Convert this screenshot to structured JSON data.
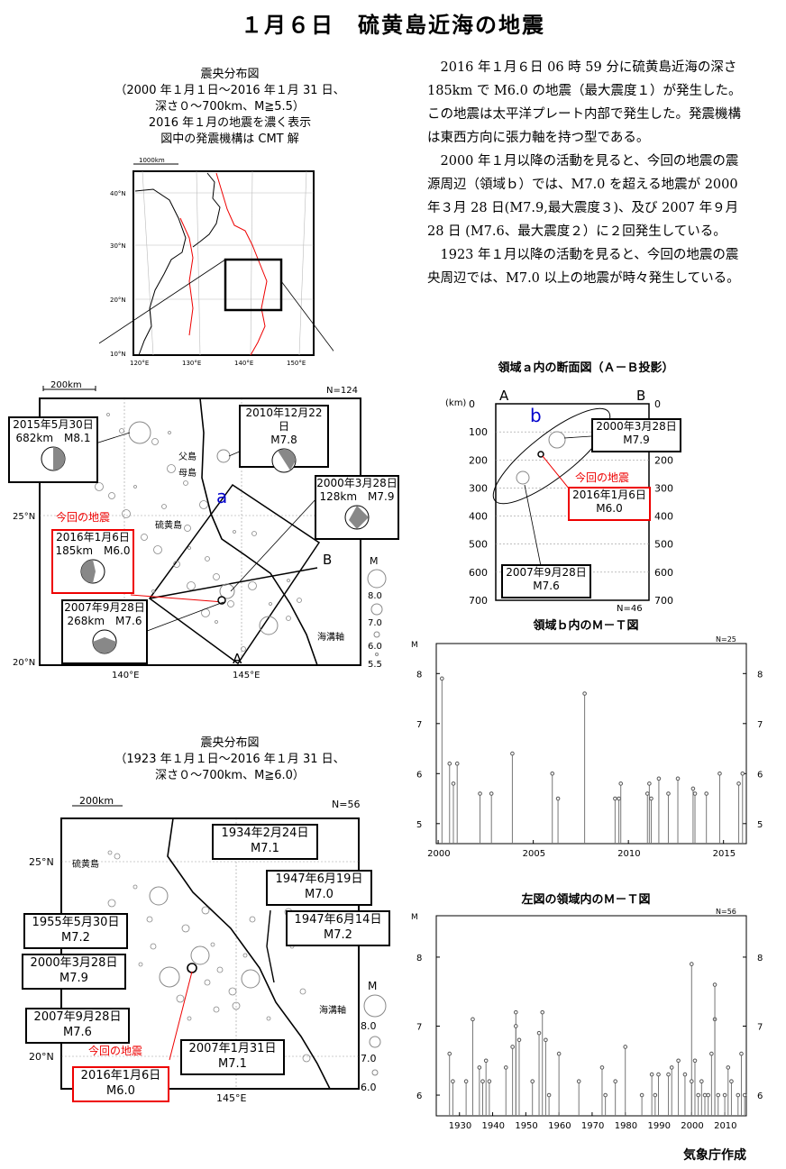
{
  "title": "１月６日　硫黄島近海の地震",
  "map1": {
    "cap": [
      "震央分布図",
      "（2000 年１月１日～2016 年１月 31 日、",
      "深さ０～700km、M≧5.5）",
      "2016 年１月の地震を濃く表示",
      "図中の発震機構は CMT 解"
    ],
    "scale_inset": "1000km",
    "inset_lat": [
      "40°N",
      "30°N",
      "20°N",
      "10°N"
    ],
    "inset_lon": [
      "120°E",
      "130°E",
      "140°E",
      "150°E"
    ],
    "scale": "200km",
    "n": "N=124",
    "lat": [
      "25°N",
      "20°N"
    ],
    "lon": [
      "140°E",
      "145°E"
    ],
    "islands": [
      "父島",
      "母島",
      "硫黄島"
    ],
    "region_a": "a",
    "label_A": "A",
    "label_B": "B",
    "trench": "海溝軸",
    "current": "今回の地震",
    "boxes": [
      {
        "t1": "2015年5月30日",
        "t2": "682km　M8.1"
      },
      {
        "t1": "2010年12月22日",
        "t2": "M7.8"
      },
      {
        "t1": "2000年3月28日",
        "t2": "128km　M7.9"
      },
      {
        "t1": "2016年1月6日",
        "t2": "185km　M6.0"
      },
      {
        "t1": "2007年9月28日",
        "t2": "268km　M7.6"
      }
    ],
    "mag_title": "M",
    "mag": [
      "8.0",
      "7.0",
      "6.0",
      "5.5"
    ]
  },
  "text": {
    "p1": "2016 年１月６日 06 時 59 分に硫黄島近海の深さ 185km で M6.0 の地震（最大震度１）が発生した。この地震は太平洋プレート内部で発生した。発震機構は東西方向に張力軸を持つ型である。",
    "p2": "2000 年１月以降の活動を見ると、今回の地震の震源周辺（領域ｂ）では、M7.0 を超える地震が 2000 年３月 28 日(M7.9,最大震度３)、及び 2007 年９月 28 日 (M7.6、最大震度２）に２回発生している。",
    "p3": "1923 年１月以降の活動を見ると、今回の地震の震央周辺では、M7.0 以上の地震が時々発生している。"
  },
  "section": {
    "title": "領域ａ内の断面図（Ａ－Ｂ投影）",
    "km": "(km)",
    "A": "A",
    "B": "B",
    "b": "b",
    "depths": [
      "0",
      "100",
      "200",
      "300",
      "400",
      "500",
      "600",
      "700"
    ],
    "n": "N=46",
    "current": "今回の地震",
    "boxes": [
      {
        "t1": "2000年3月28日",
        "t2": "M7.9"
      },
      {
        "t1": "2016年1月6日",
        "t2": "M6.0"
      },
      {
        "t1": "2007年9月28日",
        "t2": "M7.6"
      }
    ]
  },
  "mt1": {
    "title": "領域ｂ内のＭ－Ｔ図",
    "m": "M",
    "n": "N=25",
    "yticks": [
      "8",
      "7",
      "6",
      "5"
    ],
    "xticks": [
      "2000",
      "2005",
      "2010",
      "2015"
    ],
    "events": [
      [
        2000.2,
        7.9
      ],
      [
        2000.6,
        6.2
      ],
      [
        2000.8,
        5.8
      ],
      [
        2001.0,
        6.2
      ],
      [
        2002.2,
        5.6
      ],
      [
        2002.8,
        5.6
      ],
      [
        2003.9,
        6.4
      ],
      [
        2006.0,
        6.0
      ],
      [
        2006.3,
        5.5
      ],
      [
        2007.7,
        7.6
      ],
      [
        2009.3,
        5.5
      ],
      [
        2009.5,
        5.5
      ],
      [
        2009.6,
        5.8
      ],
      [
        2011.0,
        5.6
      ],
      [
        2011.1,
        5.8
      ],
      [
        2011.2,
        5.5
      ],
      [
        2011.6,
        5.9
      ],
      [
        2012.1,
        5.6
      ],
      [
        2012.6,
        5.9
      ],
      [
        2013.4,
        5.7
      ],
      [
        2013.5,
        5.6
      ],
      [
        2014.1,
        5.6
      ],
      [
        2014.8,
        6.0
      ],
      [
        2015.8,
        5.8
      ],
      [
        2016.0,
        6.0
      ]
    ]
  },
  "map2": {
    "cap": [
      "震央分布図",
      "（1923 年１月１日～2016 年１月 31 日、",
      "深さ０～700km、M≧6.0）"
    ],
    "scale": "200km",
    "n": "N=56",
    "lat": [
      "25°N",
      "20°N"
    ],
    "lon": [
      "145°E"
    ],
    "island": "硫黄島",
    "trench": "海溝軸",
    "current": "今回の地震",
    "boxes": [
      {
        "t1": "1934年2月24日",
        "t2": "M7.1"
      },
      {
        "t1": "1947年6月19日",
        "t2": "M7.0"
      },
      {
        "t1": "1955年5月30日",
        "t2": "M7.2"
      },
      {
        "t1": "1947年6月14日",
        "t2": "M7.2"
      },
      {
        "t1": "2000年3月28日",
        "t2": "M7.9"
      },
      {
        "t1": "2007年9月28日",
        "t2": "M7.6"
      },
      {
        "t1": "2007年1月31日",
        "t2": "M7.1"
      },
      {
        "t1": "2016年1月6日",
        "t2": "M6.0"
      }
    ],
    "mag_title": "M",
    "mag": [
      "8.0",
      "7.0",
      "6.0"
    ]
  },
  "mt2": {
    "title": "左図の領域内のＭ－Ｔ図",
    "m": "M",
    "n": "N=56",
    "yticks": [
      "8",
      "7",
      "6"
    ],
    "xticks": [
      "1930",
      "1940",
      "1950",
      "1960",
      "1970",
      "1980",
      "1990",
      "2000",
      "2010"
    ],
    "events": [
      [
        1927,
        6.6
      ],
      [
        1928,
        6.2
      ],
      [
        1932,
        6.2
      ],
      [
        1934,
        7.1
      ],
      [
        1936,
        6.4
      ],
      [
        1937,
        6.2
      ],
      [
        1938,
        6.5
      ],
      [
        1939,
        6.2
      ],
      [
        1944,
        6.4
      ],
      [
        1946,
        6.7
      ],
      [
        1947,
        7.2
      ],
      [
        1947,
        7.0
      ],
      [
        1948,
        6.8
      ],
      [
        1952,
        6.2
      ],
      [
        1954,
        6.9
      ],
      [
        1955,
        7.2
      ],
      [
        1956,
        6.8
      ],
      [
        1957,
        6.0
      ],
      [
        1960,
        6.6
      ],
      [
        1966,
        6.2
      ],
      [
        1973,
        6.4
      ],
      [
        1974,
        6.0
      ],
      [
        1977,
        6.2
      ],
      [
        1980,
        6.7
      ],
      [
        1985,
        6.0
      ],
      [
        1988,
        6.3
      ],
      [
        1989,
        6.0
      ],
      [
        1990,
        6.3
      ],
      [
        1993,
        6.3
      ],
      [
        1994,
        6.4
      ],
      [
        1996,
        6.5
      ],
      [
        1998,
        6.3
      ],
      [
        2000,
        7.9
      ],
      [
        2000,
        6.2
      ],
      [
        2001,
        6.5
      ],
      [
        2002,
        6.0
      ],
      [
        2003,
        6.2
      ],
      [
        2004,
        6.0
      ],
      [
        2005,
        6.0
      ],
      [
        2006,
        6.6
      ],
      [
        2007,
        7.1
      ],
      [
        2007,
        7.6
      ],
      [
        2008,
        6.0
      ],
      [
        2010,
        6.0
      ],
      [
        2011,
        6.4
      ],
      [
        2012,
        6.2
      ],
      [
        2014,
        6.0
      ],
      [
        2015,
        6.6
      ],
      [
        2016,
        6.0
      ]
    ]
  },
  "footer": "気象庁作成"
}
